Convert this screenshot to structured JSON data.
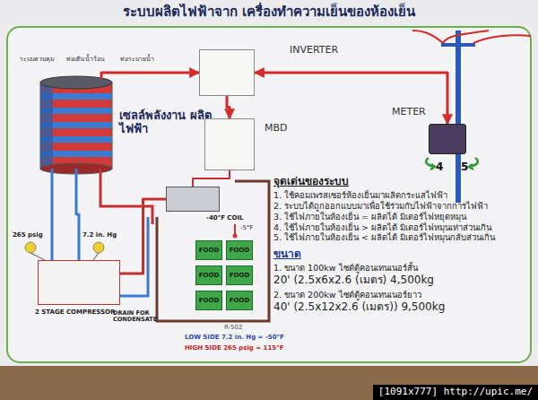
{
  "diagram": {
    "title": "ระบบผลิตไฟฟ้าจาก เครื่องทำความเย็นของห้องเย็น",
    "nodes": [
      {
        "text": [
          "เซลล์พลังงาน ผลิตไฟฟ้า"
        ]
      },
      {
        "text": [
          "INVERTER"
        ]
      },
      {
        "text": [
          "MBD"
        ]
      },
      {
        "text": [
          "METER"
        ]
      },
      {
        "text": [
          "-40°F COIL"
        ]
      },
      {
        "text": [
          "2 STAGE COMPRESSOR"
        ]
      },
      {
        "text": [
          "FOOD"
        ]
      },
      {
        "text": [
          "FOOD"
        ]
      },
      {
        "text": [
          "FOOD"
        ]
      },
      {
        "text": [
          "FOOD"
        ]
      },
      {
        "text": [
          "FOOD"
        ]
      },
      {
        "text": [
          "FOOD"
        ]
      }
    ],
    "edges": [
      {
        "from": 0,
        "to": 1,
        "arrow": "to"
      },
      {
        "from": 1,
        "to": 2,
        "arrow": "to"
      },
      {
        "from": 3,
        "to": 1,
        "arrow": "both"
      },
      {
        "from": 2,
        "to": 4,
        "arrow": "none"
      },
      {
        "from": 0,
        "to": 5,
        "arrow": "none"
      },
      {
        "from": 5,
        "to": 4,
        "arrow": "none"
      }
    ],
    "labels": [
      "ระบบควบคุม",
      "ท่อเติมน้ำร้อน",
      "ท่อระบายน้ำ",
      "4",
      "5",
      "จุดเด่นของระบบ",
      "1. ใช้คอมเพรสเซอร์ห้องเย็นมาผลิตกระแสไฟฟ้า",
      "2. ระบบได้ถูกออกแบบมาเพื่อใช้ร่วมกับไฟฟ้าจากการไฟฟ้า",
      "3. ใช้ไฟภายในห้องเย็น = ผลิตได้ มิเตอร์ไฟหยุดหมุน",
      "4. ใช้ไฟภายในห้องเย็น > ผลิตได้ มิเตอร์ไฟหมุนเท่าส่วนเกิน",
      "5. ใช้ไฟภายในห้องเย็น < ผลิตได้ มิเตอร์ไฟหมุนกลับส่วนเกิน",
      "ขนาด",
      "1. ขนาด 100kw ไซด์ตู้คอนเทนเนอร์สั้น",
      "20' (2.5x6x2.6 (เมตร) 4,500kg",
      "2. ขนาด 200kw ไซด์ตู้คอนเทนเนอร์ยาว",
      "40' (2.5x12x2.6 (เมตร)) 9,500kg",
      "-5°F",
      "265 psig",
      "7.2 in. Hg",
      "DRAIN FOR CONDENSATE",
      "R-502",
      "LOW SIDE 7.2 in. Hg = -50°F",
      "HIGH SIDE 265 psig = 115°F",
      "[1091x777] http://upic.me/"
    ]
  }
}
